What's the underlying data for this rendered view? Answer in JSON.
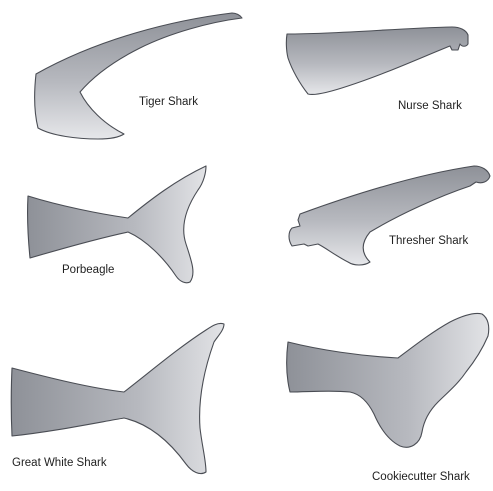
{
  "labels": {
    "tiger": "Tiger Shark",
    "nurse": "Nurse Shark",
    "porbeagle": "Porbeagle",
    "thresher": "Thresher Shark",
    "great_white": "Great White Shark",
    "cookiecutter": "Cookiecutter Shark"
  },
  "colors": {
    "fill_light": "#e6e7ea",
    "fill_mid": "#b7b9bf",
    "fill_dark": "#8e9198",
    "outline": "#4a4d54"
  }
}
